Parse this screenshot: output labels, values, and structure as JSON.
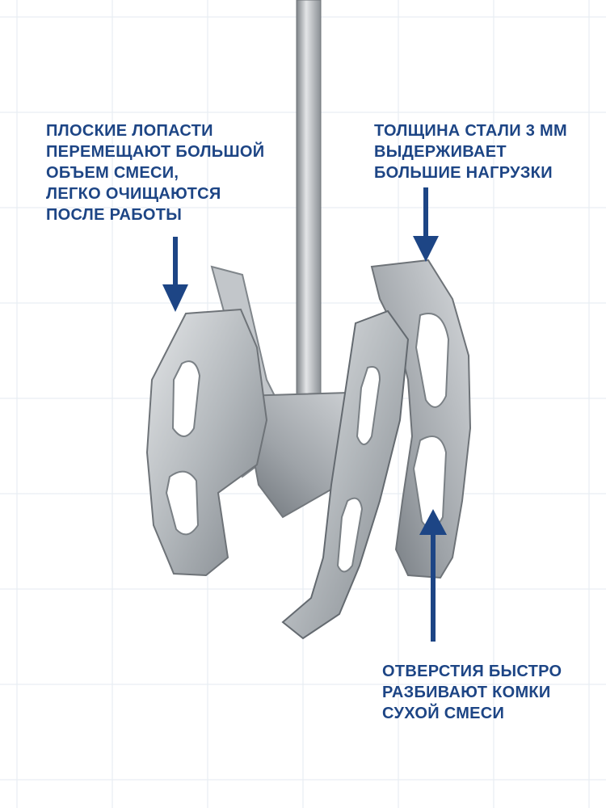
{
  "callouts": {
    "flat_blades": "ПЛОСКИЕ ЛОПАСТИ\nПЕРЕМЕЩАЮТ БОЛЬШОЙ\nОБЪЕМ СМЕСИ,\nЛЕГКО ОЧИЩАЮТСЯ\nПОСЛЕ РАБОТЫ",
    "steel_thickness": "ТОЛЩИНА СТАЛИ 3 ММ\nВЫДЕРЖИВАЕТ\nБОЛЬШИЕ НАГРУЗКИ",
    "holes": "ОТВЕРСТИЯ БЫСТРО\nРАЗБИВАЮТ КОМКИ\nСУХОЙ СМЕСИ"
  },
  "colors": {
    "accent": "#1d4585",
    "steel_light": "#d9dcdf",
    "steel_mid": "#a6abb0",
    "steel_dark": "#5f656b"
  }
}
